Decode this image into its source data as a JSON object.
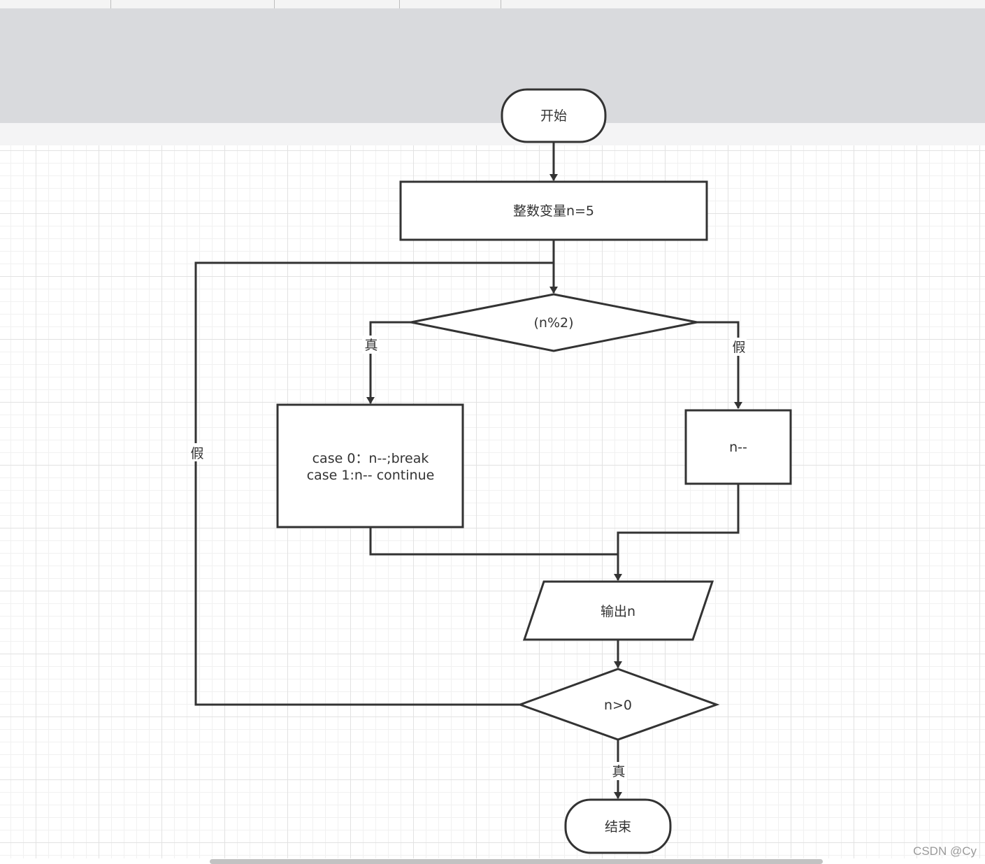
{
  "nodes": {
    "start": "开始",
    "init": "整数变量n=5",
    "decision_mod": "(n%2)",
    "case_line1": "case 0：n--;break",
    "case_line2": "case  1:n-- continue",
    "decrement": "n--",
    "output": "输出n",
    "decision_positive": "n>0",
    "end": "结束"
  },
  "edge_labels": {
    "mod_true": "真",
    "mod_false": "假",
    "loop_false": "假",
    "positive_true": "真"
  },
  "watermark": "CSDN @Cy",
  "colors": {
    "stroke": "#333333",
    "grid_major": "#e2e2e2",
    "grid_minor": "#f1f1f1",
    "header_band": "#d9dadd"
  }
}
